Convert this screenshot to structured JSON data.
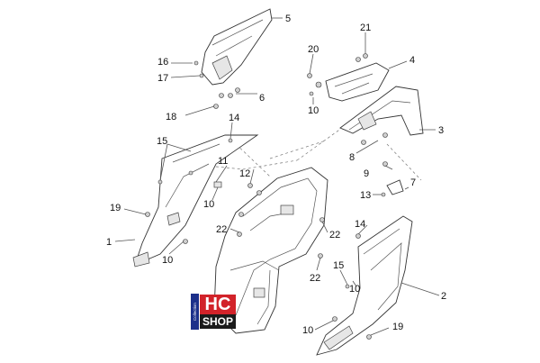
{
  "diagram": {
    "callouts": {
      "c1": "1",
      "c2": "2",
      "c3": "3",
      "c4": "4",
      "c5": "5",
      "c6": "6",
      "c7": "7",
      "c8": "8",
      "c9": "9",
      "c10a": "10",
      "c10b": "10",
      "c10c": "10",
      "c10d": "10",
      "c10e": "10",
      "c11": "11",
      "c12": "12",
      "c13": "13",
      "c14a": "14",
      "c14b": "14",
      "c15a": "15",
      "c15b": "15",
      "c16": "16",
      "c17": "17",
      "c18": "18",
      "c19a": "19",
      "c19b": "19",
      "c20": "20",
      "c21": "21",
      "c22a": "22",
      "c22b": "22",
      "c22c": "22"
    }
  },
  "logo": {
    "hc": "HC",
    "shop": "SHOP",
    "side": "Collection"
  }
}
